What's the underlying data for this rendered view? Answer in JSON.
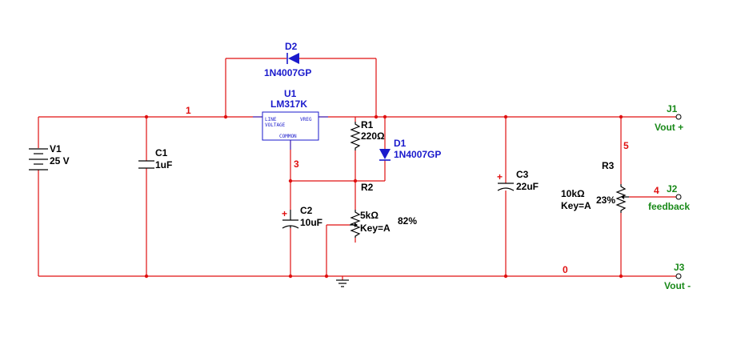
{
  "colors": {
    "wire": "#e01010",
    "component": "#000000",
    "diode": "#1a1acc",
    "net_label": "#e01010",
    "connector": "#1a8a1a",
    "background": "#ffffff"
  },
  "components": {
    "v1": {
      "ref": "V1",
      "value": "25 V"
    },
    "c1": {
      "ref": "C1",
      "value": "1uF"
    },
    "u1": {
      "ref": "U1",
      "part": "LM317K",
      "pin_line": "LINE",
      "pin_voltage": "VOLTAGE",
      "pin_vreg": "VREG",
      "pin_common": "COMMON"
    },
    "d2": {
      "ref": "D2",
      "part": "1N4007GP"
    },
    "r1": {
      "ref": "R1",
      "value": "220Ω"
    },
    "d1": {
      "ref": "D1",
      "part": "1N4007GP"
    },
    "r2": {
      "ref": "R2",
      "value": "5kΩ",
      "key": "Key=A",
      "percent": "82%"
    },
    "c2": {
      "ref": "C2",
      "value": "10uF"
    },
    "c3": {
      "ref": "C3",
      "value": "22uF"
    },
    "r3": {
      "ref": "R3",
      "value": "10kΩ",
      "key": "Key=A",
      "percent": "23%"
    }
  },
  "connectors": {
    "j1": {
      "ref": "J1",
      "label": "Vout +"
    },
    "j2": {
      "ref": "J2",
      "label": "feedback"
    },
    "j3": {
      "ref": "J3",
      "label": "Vout -"
    }
  },
  "nets": {
    "n1": "1",
    "n3": "3",
    "n5": "5",
    "n4": "4",
    "n0": "0"
  },
  "polarity_mark": "+"
}
